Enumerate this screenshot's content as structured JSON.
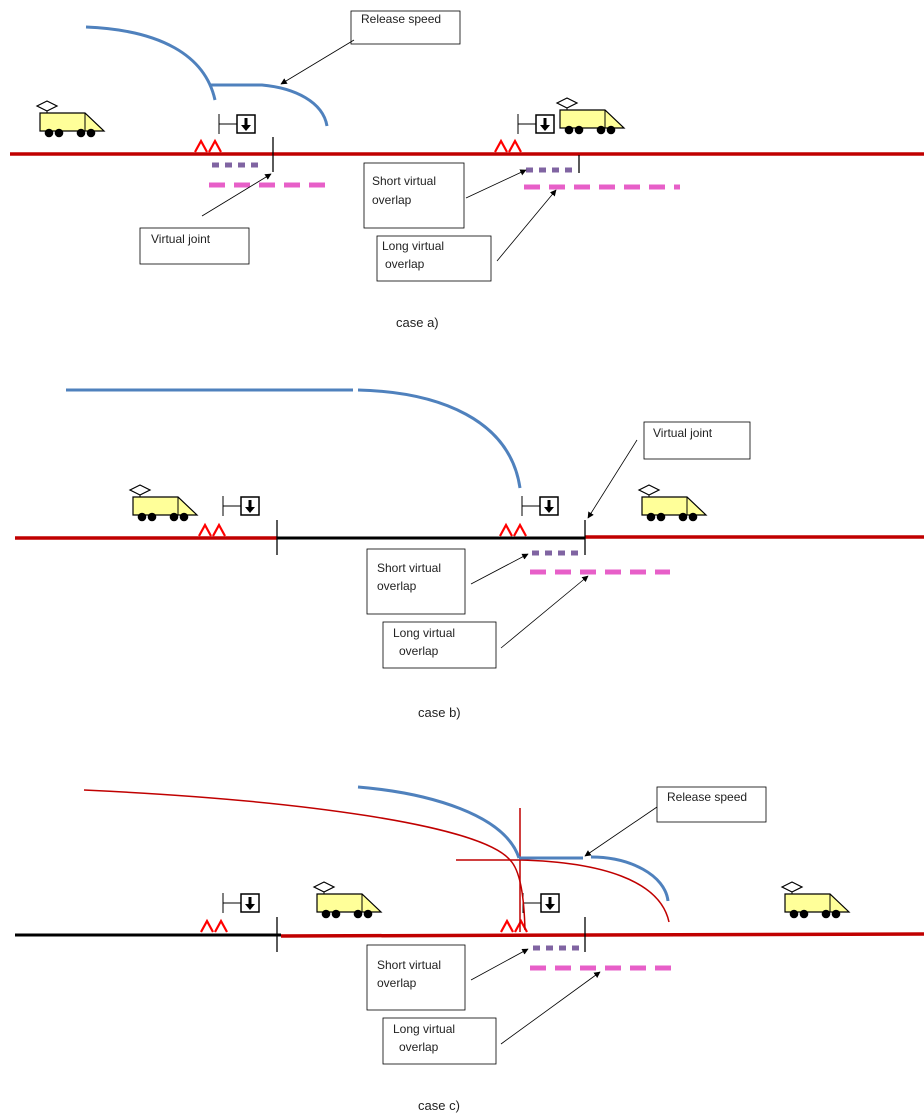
{
  "colors": {
    "track_occupied": "#c00000",
    "track_free": "#000000",
    "curve_blue": "#4f81bd",
    "curve_red": "#c00000",
    "short_overlap": "#8064a2",
    "long_overlap": "#e75fc8",
    "train_body": "#ffff99",
    "marker": "#ff0000"
  },
  "icons": {
    "train": "train-icon",
    "marker_board": "stop-marker-icon",
    "balise": "balise-icon"
  },
  "case_a": {
    "caption": "case a)",
    "labels": {
      "release_speed": "Release speed",
      "virtual_joint": "Virtual joint",
      "short_overlap_1": "Short virtual",
      "short_overlap_2": "overlap",
      "long_overlap_1": "Long virtual",
      "long_overlap_2": "overlap"
    }
  },
  "case_b": {
    "caption": "case b)",
    "labels": {
      "virtual_joint": "Virtual joint",
      "short_overlap_1": "Short virtual",
      "short_overlap_2": "overlap",
      "long_overlap_1": "Long virtual",
      "long_overlap_2": "overlap"
    }
  },
  "case_c": {
    "caption": "case c)",
    "labels": {
      "release_speed": "Release speed",
      "short_overlap_1": "Short virtual",
      "short_overlap_2": "overlap",
      "long_overlap_1": "Long virtual",
      "long_overlap_2": "overlap"
    }
  }
}
